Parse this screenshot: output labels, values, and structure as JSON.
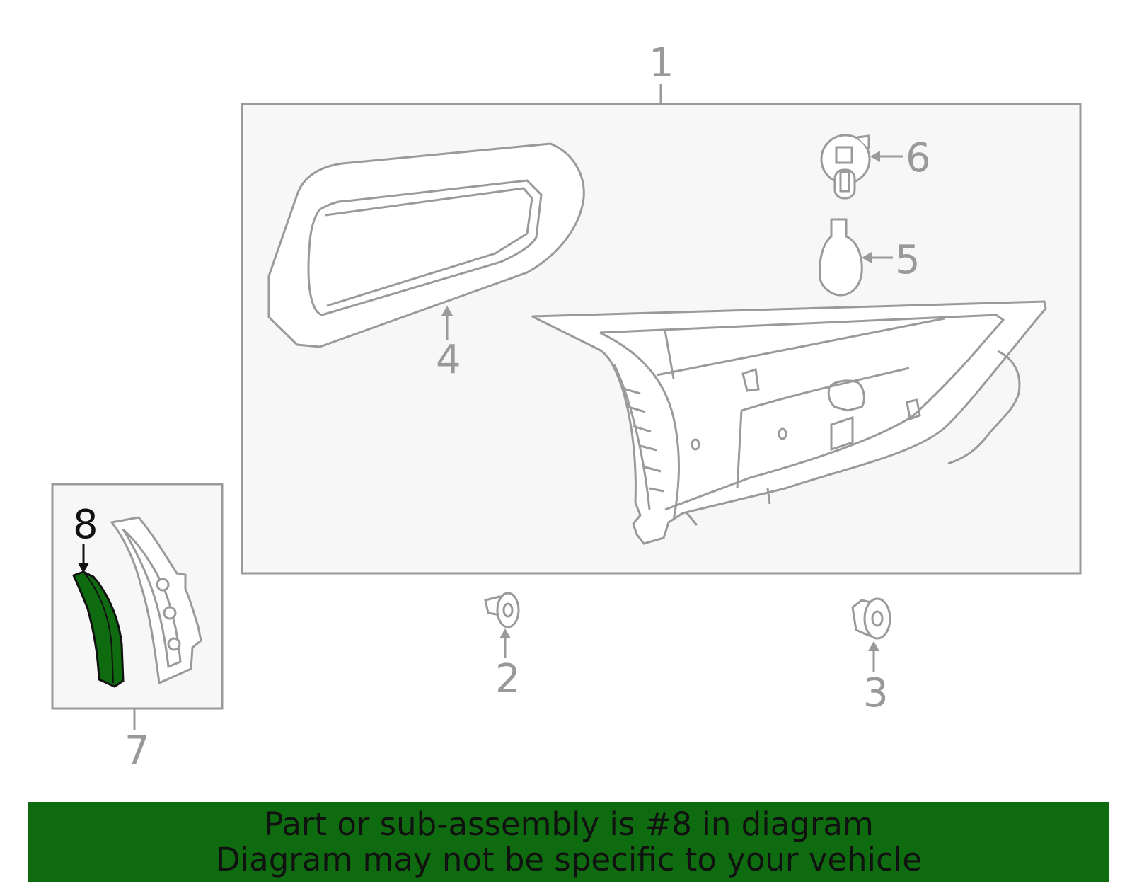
{
  "callouts": {
    "c1": "1",
    "c2": "2",
    "c3": "3",
    "c4": "4",
    "c5": "5",
    "c6": "6",
    "c7": "7",
    "c8": "8"
  },
  "highlighted_part": "8",
  "colors": {
    "line": "#9a9a9a",
    "box_fill": "#f7f7f7",
    "highlight": "#0f6b0f",
    "active_text": "#111111"
  },
  "banner": {
    "line1": "Part or sub-assembly is #8 in diagram",
    "line2": "Diagram may not be specific to your vehicle"
  }
}
